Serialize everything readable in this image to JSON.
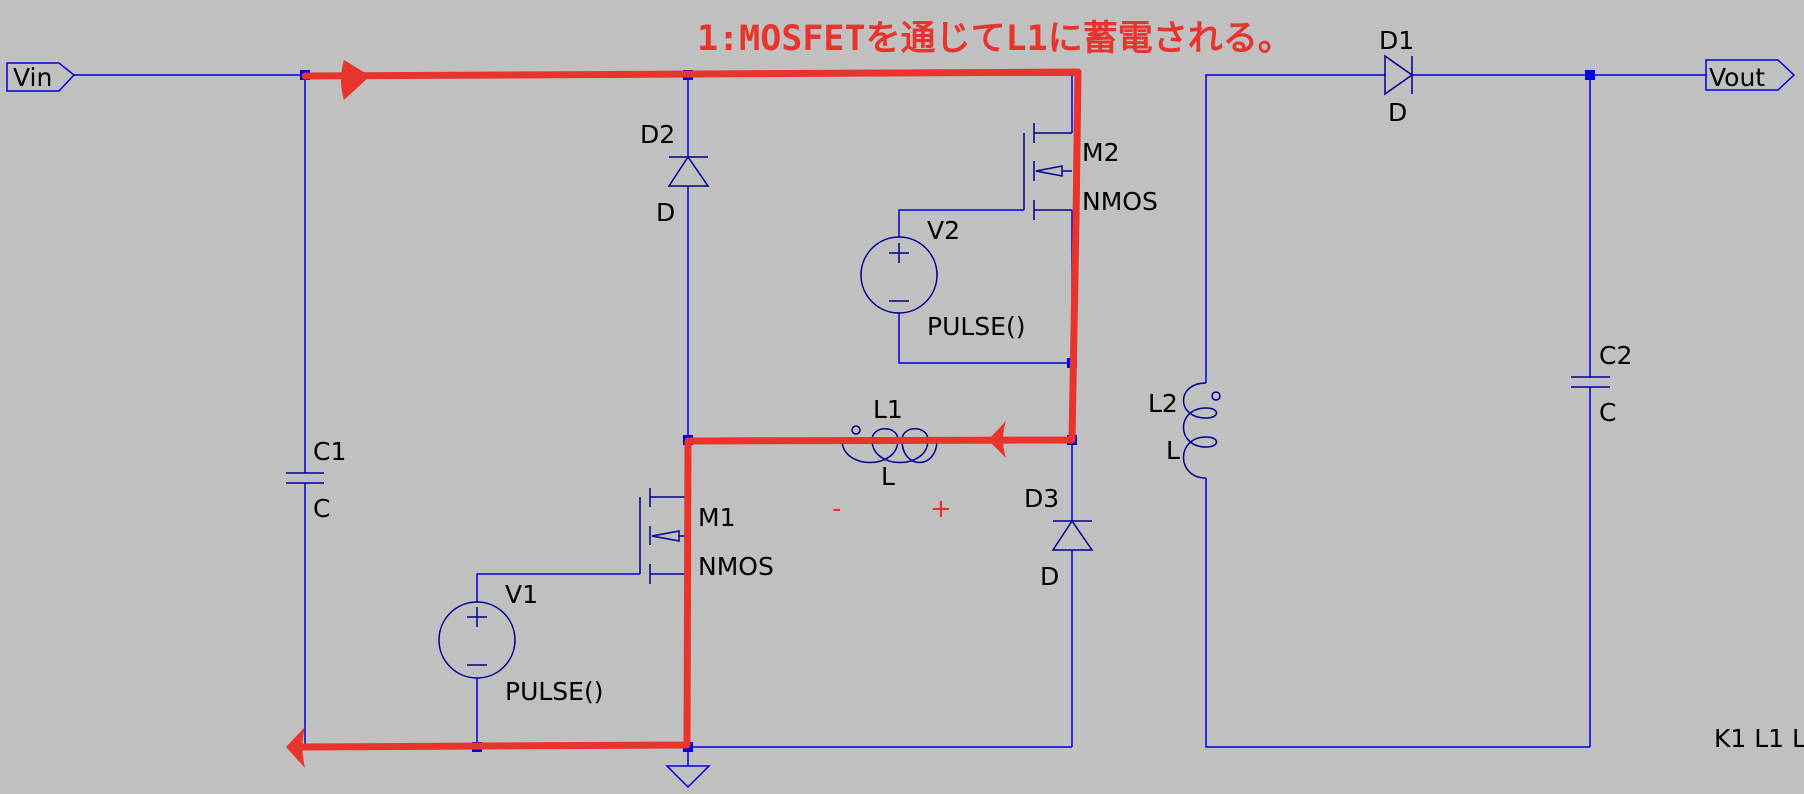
{
  "annotation": {
    "title": "1:MOSFETを通じてL1に蓄電される。",
    "inductor_polarity_minus": "-",
    "inductor_polarity_plus": "+",
    "highlight_color": "#e8342c"
  },
  "ports": {
    "vin": "Vin",
    "vout": "Vout"
  },
  "components": {
    "c1": {
      "ref": "C1",
      "value": "C"
    },
    "c2": {
      "ref": "C2",
      "value": "C"
    },
    "d1": {
      "ref": "D1",
      "value": "D"
    },
    "d2": {
      "ref": "D2",
      "value": "D"
    },
    "d3": {
      "ref": "D3",
      "value": "D"
    },
    "l1": {
      "ref": "L1",
      "value": "L"
    },
    "l2": {
      "ref": "L2",
      "value": "L"
    },
    "m1": {
      "ref": "M1",
      "value": "NMOS"
    },
    "m2": {
      "ref": "M2",
      "value": "NMOS"
    },
    "v1": {
      "ref": "V1",
      "value": "PULSE()"
    },
    "v2": {
      "ref": "V2",
      "value": "PULSE()"
    }
  },
  "directive": "K1 L1 L",
  "colors": {
    "background": "#c0c0c0",
    "wire": "#0000e0",
    "symbol": "#000090",
    "annotation": "#e8342c"
  }
}
